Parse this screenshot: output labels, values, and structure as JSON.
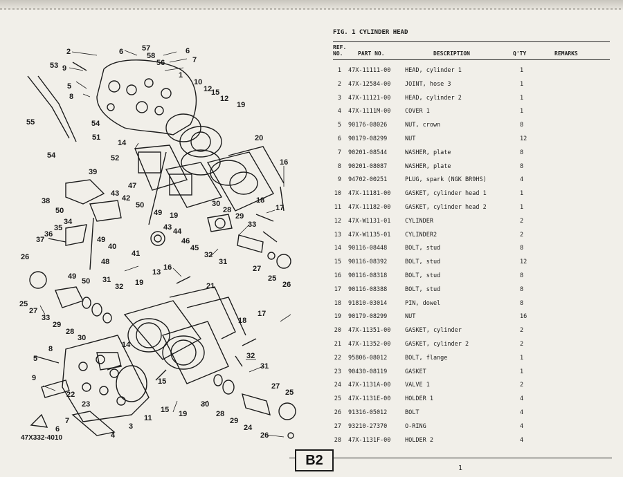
{
  "figure": {
    "title": "FIG.  1  CYLINDER HEAD",
    "code": "47X332-4010",
    "page_tag": "B2",
    "page_number": "1"
  },
  "table": {
    "headers": {
      "ref": "REF.\nNO.",
      "part_no": "PART NO.",
      "description": "DESCRIPTION",
      "qty": "Q'TY",
      "remarks": "REMARKS"
    },
    "rows": [
      {
        "ref": "1",
        "part_no": "47X-11111-00",
        "description": "HEAD, cylinder 1",
        "qty": "1"
      },
      {
        "ref": "2",
        "part_no": "47X-12584-00",
        "description": "JOINT, hose 3",
        "qty": "1"
      },
      {
        "ref": "3",
        "part_no": "47X-11121-00",
        "description": "HEAD, cylinder 2",
        "qty": "1"
      },
      {
        "ref": "4",
        "part_no": "47X-1111M-00",
        "description": "COVER 1",
        "qty": "1"
      },
      {
        "ref": "5",
        "part_no": "90176-08026",
        "description": "NUT, crown",
        "qty": "8"
      },
      {
        "ref": "6",
        "part_no": "90179-08299",
        "description": "NUT",
        "qty": "12"
      },
      {
        "ref": "7",
        "part_no": "90201-08544",
        "description": "WASHER, plate",
        "qty": "8"
      },
      {
        "ref": "8",
        "part_no": "90201-08087",
        "description": "WASHER, plate",
        "qty": "8"
      },
      {
        "ref": "9",
        "part_no": "94702-00251",
        "description": "PLUG, spark (NGK BR9HS)",
        "qty": "4"
      },
      {
        "ref": "10",
        "part_no": "47X-11181-00",
        "description": "GASKET, cylinder head 1",
        "qty": "1"
      },
      {
        "ref": "11",
        "part_no": "47X-11182-00",
        "description": "GASKET, cylinder head 2",
        "qty": "1"
      },
      {
        "ref": "12",
        "part_no": "47X-W1131-01",
        "description": "CYLINDER",
        "qty": "2"
      },
      {
        "ref": "13",
        "part_no": "47X-W1135-01",
        "description": "CYLINDER2",
        "qty": "2"
      },
      {
        "ref": "14",
        "part_no": "90116-08448",
        "description": "BOLT, stud",
        "qty": "8"
      },
      {
        "ref": "15",
        "part_no": "90116-08392",
        "description": "BOLT, stud",
        "qty": "12"
      },
      {
        "ref": "16",
        "part_no": "90116-08318",
        "description": "BOLT, stud",
        "qty": "8"
      },
      {
        "ref": "17",
        "part_no": "90116-08388",
        "description": "BOLT, stud",
        "qty": "8"
      },
      {
        "ref": "18",
        "part_no": "91810-03014",
        "description": "PIN, dowel",
        "qty": "8"
      },
      {
        "ref": "19",
        "part_no": "90179-08299",
        "description": "NUT",
        "qty": "16"
      },
      {
        "ref": "20",
        "part_no": "47X-11351-00",
        "description": "GASKET, cylinder",
        "qty": "2"
      },
      {
        "ref": "21",
        "part_no": "47X-11352-00",
        "description": "GASKET, cylinder 2",
        "qty": "2"
      },
      {
        "ref": "22",
        "part_no": "95806-08012",
        "description": "BOLT, flange",
        "qty": "1"
      },
      {
        "ref": "23",
        "part_no": "90430-08119",
        "description": "GASKET",
        "qty": "1"
      },
      {
        "ref": "24",
        "part_no": "47X-1131A-00",
        "description": "VALVE 1",
        "qty": "2"
      },
      {
        "ref": "25",
        "part_no": "47X-1131E-00",
        "description": "HOLDER 1",
        "qty": "4"
      },
      {
        "ref": "26",
        "part_no": "91316-05012",
        "description": "BOLT",
        "qty": "4"
      },
      {
        "ref": "27",
        "part_no": "93210-27370",
        "description": "O-RING",
        "qty": "4"
      },
      {
        "ref": "28",
        "part_no": "47X-1131F-00",
        "description": "HOLDER 2",
        "qty": "4"
      }
    ]
  },
  "diagram_labels": [
    "1",
    "2",
    "3",
    "4",
    "5",
    "6",
    "7",
    "8",
    "9",
    "10",
    "11",
    "12",
    "13",
    "14",
    "15",
    "16",
    "17",
    "18",
    "19",
    "20",
    "21",
    "22",
    "23",
    "24",
    "25",
    "26",
    "27",
    "28",
    "29",
    "30",
    "31",
    "32",
    "33",
    "34",
    "35",
    "36",
    "37",
    "38",
    "39",
    "40",
    "41",
    "42",
    "43",
    "44",
    "45",
    "46",
    "47",
    "48",
    "49",
    "50",
    "51",
    "52",
    "53",
    "54",
    "55",
    "56",
    "57",
    "58"
  ]
}
